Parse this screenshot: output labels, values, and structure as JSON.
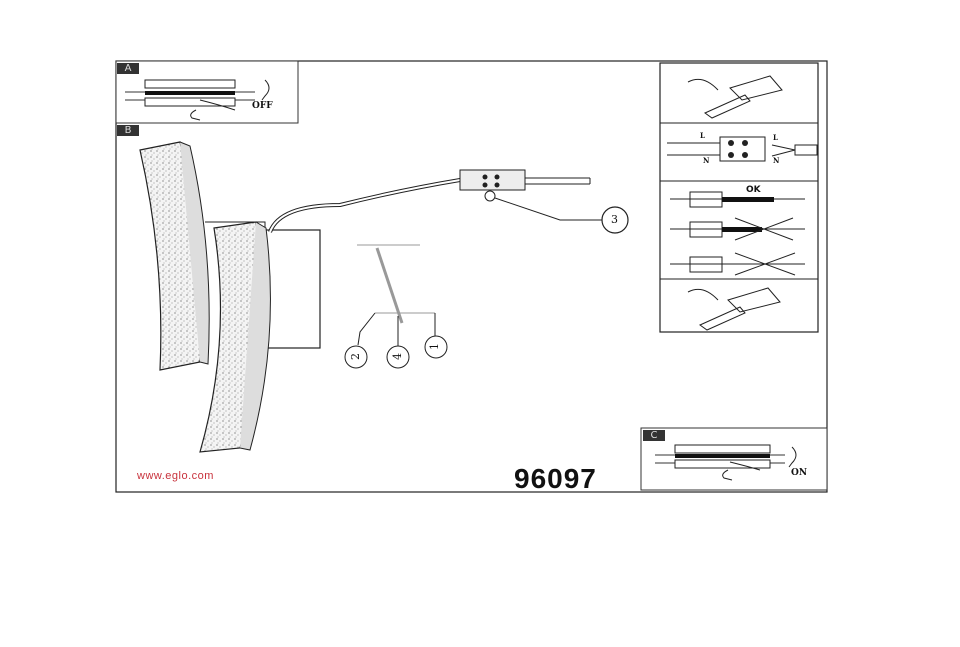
{
  "document": {
    "brand_url": "www.eglo.com",
    "model_number": "96097",
    "brand_color": "#c8323c"
  },
  "panels": {
    "a": {
      "label": "A",
      "switch_state": "OFF"
    },
    "b": {
      "label": "B"
    },
    "c": {
      "label": "C",
      "switch_state": "ON"
    }
  },
  "wiring": {
    "live_label": "L",
    "neutral_label": "N",
    "ok_label": "OK"
  },
  "callouts": [
    "1",
    "2",
    "3",
    "4"
  ]
}
